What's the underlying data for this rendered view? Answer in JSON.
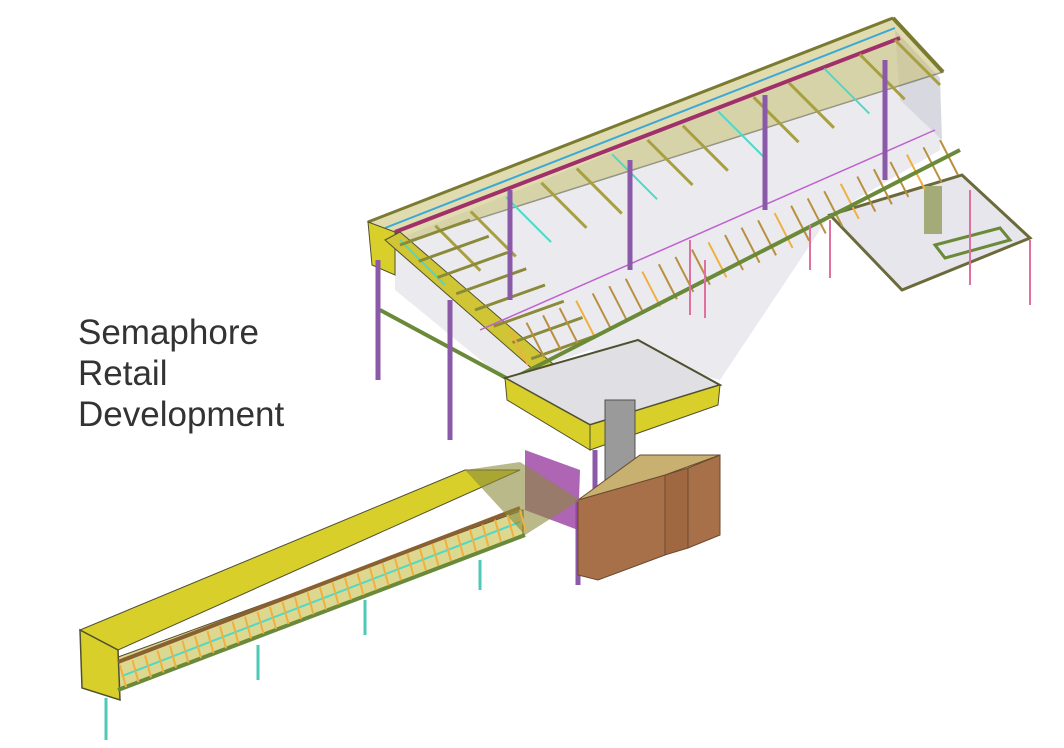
{
  "title": {
    "line1": "Semaphore",
    "line2": "Retail",
    "line3": "Development"
  },
  "colors": {
    "beam_yellow": "#d9cf2a",
    "beam_olive": "#8a8a3a",
    "column_purple": "#8a5aa8",
    "brace_cyan": "#4fd8c8",
    "joist_orange": "#f0b040",
    "wall_brown": "#a87048",
    "slab_grey": "#e8e8ec",
    "roof_magenta": "#a0306a",
    "outline": "#505030"
  }
}
